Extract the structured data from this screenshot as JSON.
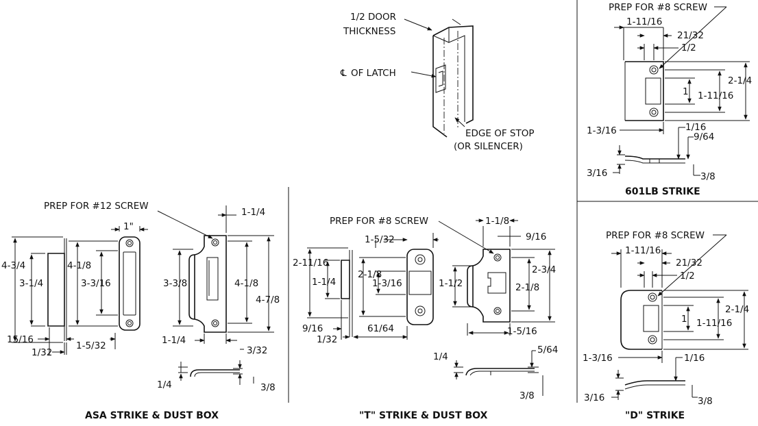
{
  "door_view": {
    "half_door_1": "1/2 DOOR",
    "half_door_2": "THICKNESS",
    "cl_symbol": "℄",
    "cl_latch": "OF LATCH",
    "edge_stop": "EDGE OF STOP",
    "silencer": "(OR SILENCER)"
  },
  "asa": {
    "title": "ASA STRIKE & DUST BOX",
    "prep": "PREP FOR #12 SCREW",
    "box_h_outer": "4-3/4",
    "box_h_inner": "3-1/4",
    "box_depth": "15/16",
    "box_flange": "1/32",
    "box_w": "1-5/32",
    "plate_w": "1\"",
    "plate_h": "4-1/8",
    "slot_h": "3-3/16",
    "strike_edge": "1-1/4",
    "lip_h": "3-3/8",
    "hole_spacing": "4-1/8",
    "overall_h": "4-7/8",
    "bottom_w": "1-1/4",
    "thick": "3/32",
    "lip_depth": "1/4",
    "offset": "3/8"
  },
  "t": {
    "title": "\"T\" STRIKE & DUST BOX",
    "prep": "PREP FOR #8 SCREW",
    "box_h": "2-11/16",
    "box_inner": "1-1/4",
    "depth": "9/16",
    "flange": "1/32",
    "plate_w": "1-5/32",
    "plate_h": "2-1/8",
    "slot_h": "1-3/16",
    "plate_bottom": "61/64",
    "strike_w": "1-1/8",
    "lip_off": "9/16",
    "lip_h": "1-1/2",
    "overall_h": "2-3/4",
    "holes": "2-1/8",
    "bottom_w": "1-5/16",
    "thick": "5/64",
    "lip_depth": "1/4",
    "offset": "3/8"
  },
  "lb": {
    "title": "601LB STRIKE",
    "prep": "PREP FOR #8 SCREW",
    "w1": "1-11/16",
    "w2": "21/32",
    "w3": "1/2",
    "h1": "2-1/4",
    "h2": "1-11/16",
    "h3": "1",
    "lip": "1-3/16",
    "t1": "1/16",
    "t2": "9/64",
    "depth": "3/16",
    "offset": "3/8"
  },
  "d": {
    "title": "\"D\" STRIKE",
    "prep": "PREP FOR #8 SCREW",
    "w1": "1-11/16",
    "w2": "21/32",
    "w3": "1/2",
    "h1": "2-1/4",
    "h2": "1-11/16",
    "h3": "1",
    "lip": "1-3/16",
    "t1": "1/16",
    "depth": "3/16",
    "offset": "3/8"
  }
}
